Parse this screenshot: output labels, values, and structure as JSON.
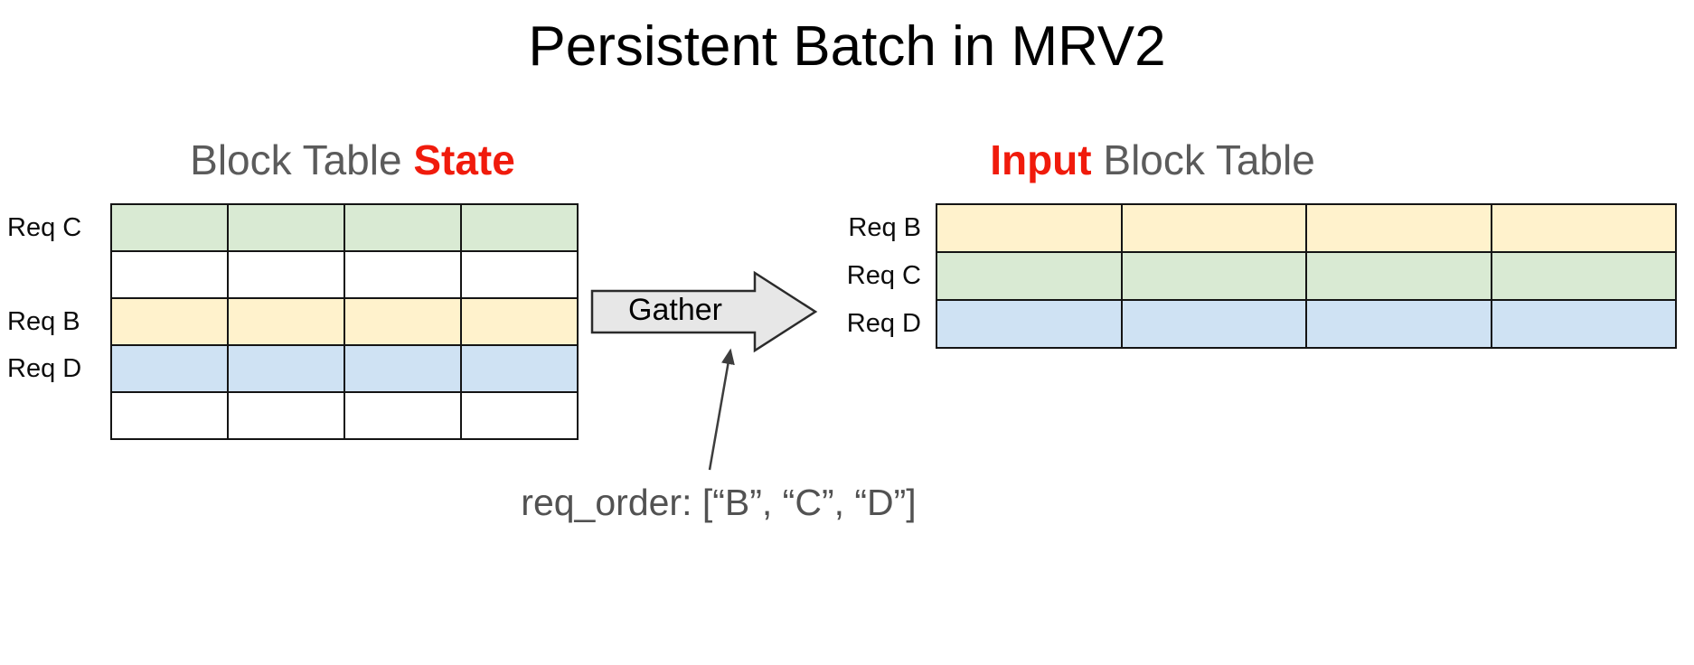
{
  "title": "Persistent Batch in MRV2",
  "colors": {
    "green": "#d9ead3",
    "yellow": "#fff2cc",
    "blue": "#cfe2f3",
    "white": "#ffffff",
    "red": "#f01b0c",
    "gray_text": "#5b5b5b",
    "arrow_fill": "#e7e7e7",
    "arrow_stroke": "#2b2b2b"
  },
  "left_table": {
    "heading_prefix": "Block Table ",
    "heading_highlight": "State",
    "columns": 4,
    "rows": [
      {
        "label": "Req C",
        "color": "green"
      },
      {
        "label": "",
        "color": "white"
      },
      {
        "label": "Req B",
        "color": "yellow"
      },
      {
        "label": "Req D",
        "color": "blue"
      },
      {
        "label": "",
        "color": "white"
      }
    ]
  },
  "gather": {
    "label": "Gather"
  },
  "right_table": {
    "heading_highlight": "Input",
    "heading_suffix": " Block Table",
    "columns": 4,
    "rows": [
      {
        "label": "Req B",
        "color": "yellow"
      },
      {
        "label": "Req C",
        "color": "green"
      },
      {
        "label": "Req D",
        "color": "blue"
      }
    ]
  },
  "annotation": {
    "text": "req_order: [“B”, “C”, “D”]"
  }
}
